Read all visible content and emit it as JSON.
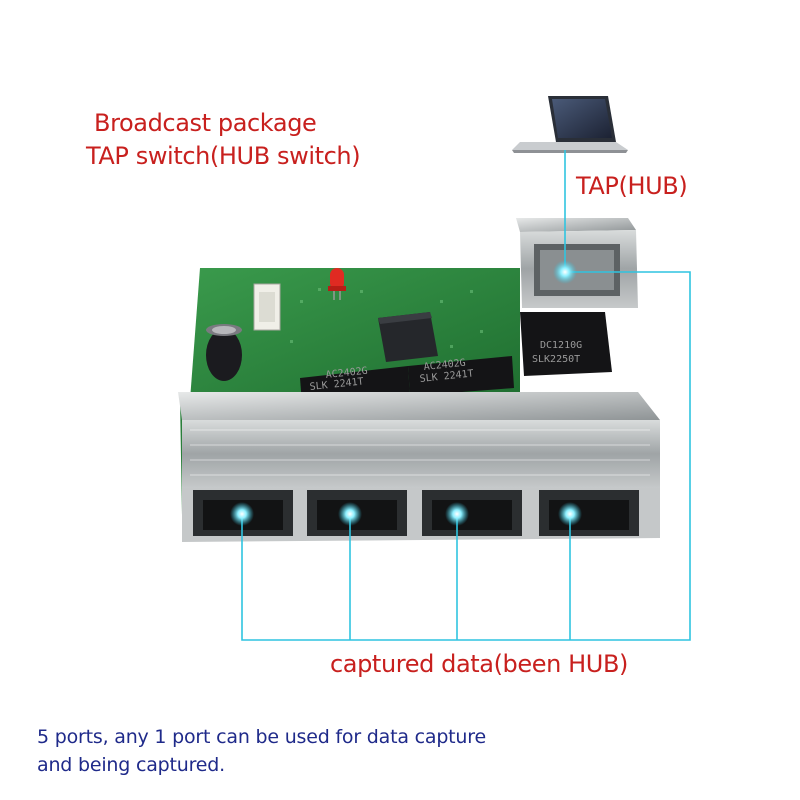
{
  "header": {
    "line1": "Broadcast package",
    "line2": "TAP switch(HUB switch)"
  },
  "tap_label": "TAP(HUB)",
  "captured_label": "captured data(been HUB)",
  "footer": {
    "line1": "5 ports, any 1 port can be used for data capture",
    "line2": "and being captured."
  },
  "chip_labels": {
    "chip1_line1": "SLK 2241T",
    "chip1_line2": "AC2402G",
    "chip2_line1": "SLK 2241T",
    "chip2_line1b": "AC2402G",
    "chip3_line1": "SLK2250T",
    "chip3_line2": "DC1210G"
  },
  "colors": {
    "caption_red": "#c8201e",
    "caption_blue": "#1f2a8a",
    "callout_cyan": "#2fc4e0",
    "pcb_green": "#2a8a3e"
  },
  "icons": [
    "laptop-icon",
    "led-icon",
    "capacitor-icon",
    "rj45-port-icon"
  ]
}
